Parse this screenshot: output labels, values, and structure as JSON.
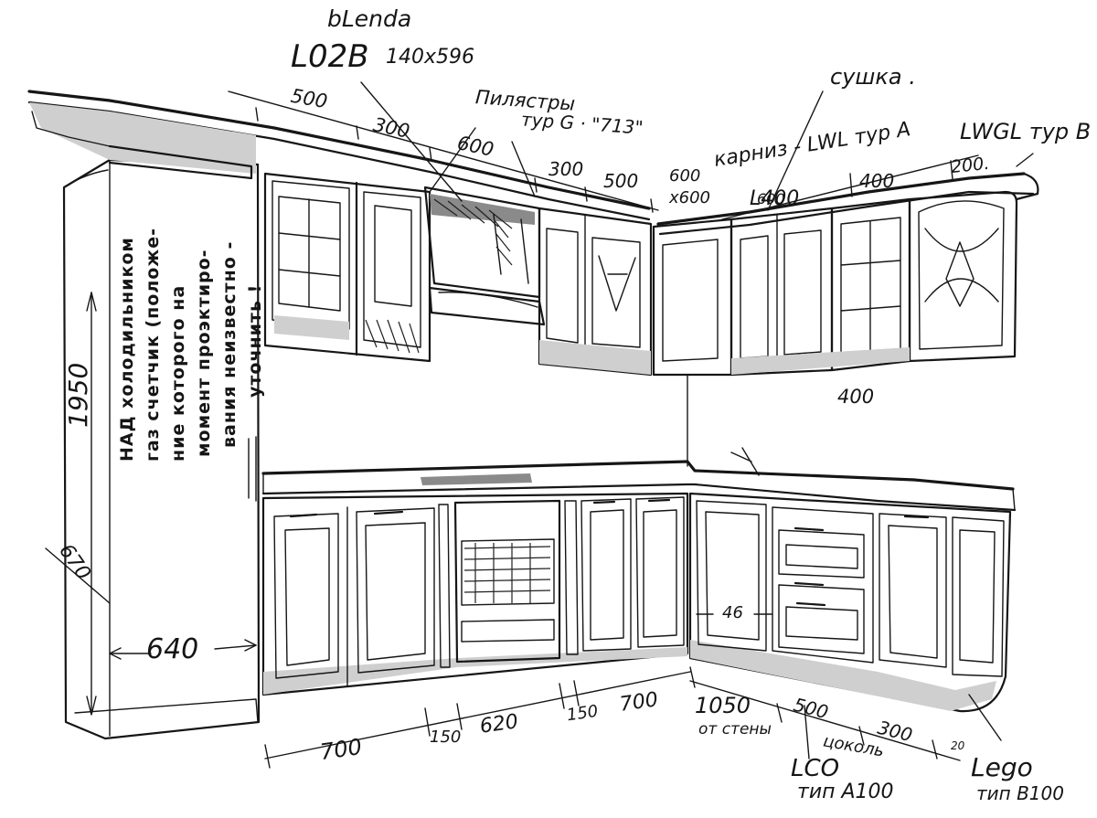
{
  "callouts": {
    "blenda_line1": "bLenda",
    "blenda_line2": "L02B",
    "blenda_size": "140x596",
    "pilasters_line1": "Пилястры",
    "pilasters_line2": "тур G · \"713\"",
    "dryer": "сушка .",
    "cornice": "карниз - LWL тур A",
    "cornice_b": "LWGL тур B",
    "plinth": "цоколь",
    "base_a_code": "LCO",
    "base_a_type": "тип A100",
    "base_b_code": "Lego",
    "base_b_type": "тип B100"
  },
  "note": {
    "lines": [
      "НАД холодильником",
      "газ счетчик (положе-",
      "ние которого на",
      "момент проэктиро-",
      "вания неизвестно -",
      "уточнить !"
    ]
  },
  "dimensions": {
    "upper_left": [
      "500",
      "300",
      "600"
    ],
    "upper_mid": [
      "300",
      "500",
      "600",
      "x600"
    ],
    "upper_right": [
      "L400",
      "600",
      "400",
      "200."
    ],
    "upper_height": "400",
    "tall_height": "1950",
    "tall_depth": "640",
    "floor_depth": "670",
    "base_left": [
      "700",
      "150",
      "620",
      "150",
      "700"
    ],
    "base_right": [
      "1050",
      "от стены",
      "500",
      "300",
      "20"
    ],
    "inner_gap": "46"
  }
}
